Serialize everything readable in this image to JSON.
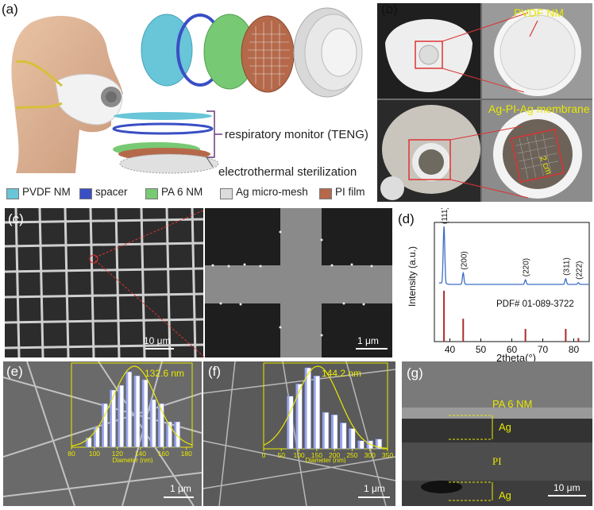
{
  "panels": {
    "a": "(a)",
    "b": "(b)",
    "c": "(c)",
    "d": "(d)",
    "e": "(e)",
    "f": "(f)",
    "g": "(g)"
  },
  "a": {
    "label_respiratory": "respiratory monitor (TENG)",
    "label_sterilization": "electrothermal sterilization",
    "legend": [
      {
        "label": "PVDF NM",
        "color": "#69c5d8"
      },
      {
        "label": "spacer",
        "color": "#3a4fc4"
      },
      {
        "label": "PA 6 NM",
        "color": "#78c973"
      },
      {
        "label": "Ag micro-mesh",
        "color": "#dcdcdc"
      },
      {
        "label": "PI film",
        "color": "#b5694a"
      }
    ]
  },
  "b": {
    "label_pvdf": "PVDF NM",
    "label_membrane": "Ag-PI-Ag membrane",
    "label_scale": "2 cm"
  },
  "c": {
    "scale_left": "10 μm",
    "scale_right": "1 μm"
  },
  "d": {
    "chart_data": {
      "type": "line",
      "xlabel": "2theta(°)",
      "ylabel": "Intensity (a.u.)",
      "xlim": [
        35,
        85
      ],
      "xticks": [
        40,
        50,
        60,
        70,
        80
      ],
      "peaks": [
        {
          "label": "(111)",
          "x": 38.1
        },
        {
          "label": "(200)",
          "x": 44.3
        },
        {
          "label": "(220)",
          "x": 64.4
        },
        {
          "label": "(311)",
          "x": 77.4
        },
        {
          "label": "(222)",
          "x": 81.5
        }
      ],
      "reference_label": "PDF# 01-089-3722",
      "reference_lines": [
        {
          "x": 38.1,
          "h": 1.0
        },
        {
          "x": 44.3,
          "h": 0.45
        },
        {
          "x": 64.4,
          "h": 0.25
        },
        {
          "x": 77.4,
          "h": 0.25
        },
        {
          "x": 81.5,
          "h": 0.07
        }
      ]
    }
  },
  "e": {
    "chart_data": {
      "type": "bar",
      "title": "132.6 nm",
      "xlabel": "Diameter (nm)",
      "xticks": [
        80,
        100,
        120,
        140,
        160,
        180
      ],
      "xlim": [
        80,
        185
      ],
      "bins": [
        95,
        102,
        109,
        116,
        123,
        130,
        137,
        144,
        151,
        158,
        165,
        172
      ],
      "values": [
        0.12,
        0.25,
        0.55,
        0.72,
        0.78,
        0.95,
        0.9,
        0.85,
        0.6,
        0.55,
        0.32,
        0.32
      ]
    },
    "scale": "1 μm"
  },
  "f": {
    "chart_data": {
      "type": "bar",
      "title": "144.2 nm",
      "xlabel": "Diameter (nm)",
      "xticks": [
        0,
        50,
        100,
        150,
        200,
        250,
        300,
        350
      ],
      "xlim": [
        0,
        350
      ],
      "bins": [
        75,
        100,
        125,
        150,
        175,
        200,
        225,
        250,
        275,
        300,
        325
      ],
      "values": [
        0.65,
        0.8,
        1.0,
        0.9,
        0.45,
        0.42,
        0.32,
        0.25,
        0.1,
        0.1,
        0.12
      ]
    },
    "scale": "1 μm"
  },
  "g": {
    "label_pa6": "PA 6 NM",
    "label_ag1": "Ag",
    "label_pi": "PI",
    "label_ag2": "Ag",
    "scale": "10 μm"
  }
}
